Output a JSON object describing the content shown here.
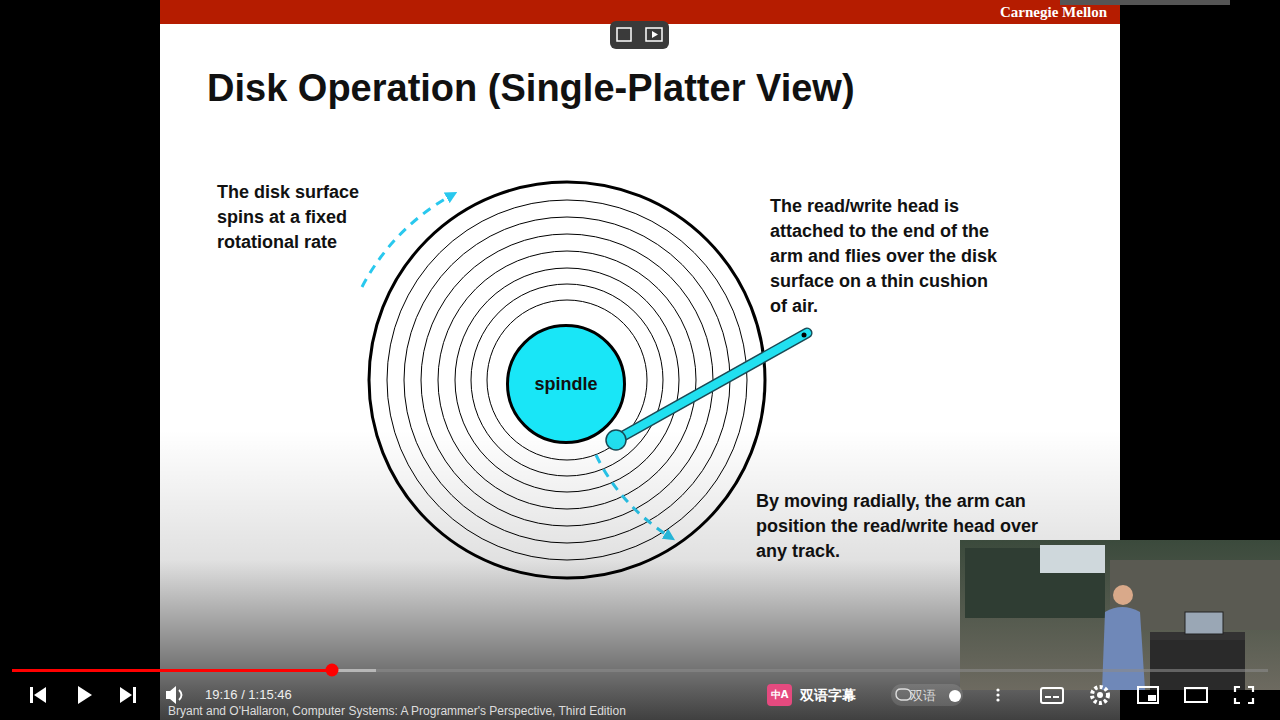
{
  "diagram": {
    "title": "Disk Operation (Single-Platter View)",
    "nodes": [
      {
        "text": [
          "spindle"
        ]
      }
    ],
    "labels": [
      "Carnegie Mellon",
      "The disk surface spins at a fixed rotational rate",
      "The read/write head is attached to the end of the arm and flies over the disk surface on a thin cushion of air.",
      "By moving radially, the arm can position the read/write head over any track.",
      "19:16 / 1:15:46",
      "中A",
      "双语字幕",
      "双语",
      "Bryant and O'Hallaron, Computer Systems: A Programmer's Perspective, Third Edition"
    ]
  }
}
